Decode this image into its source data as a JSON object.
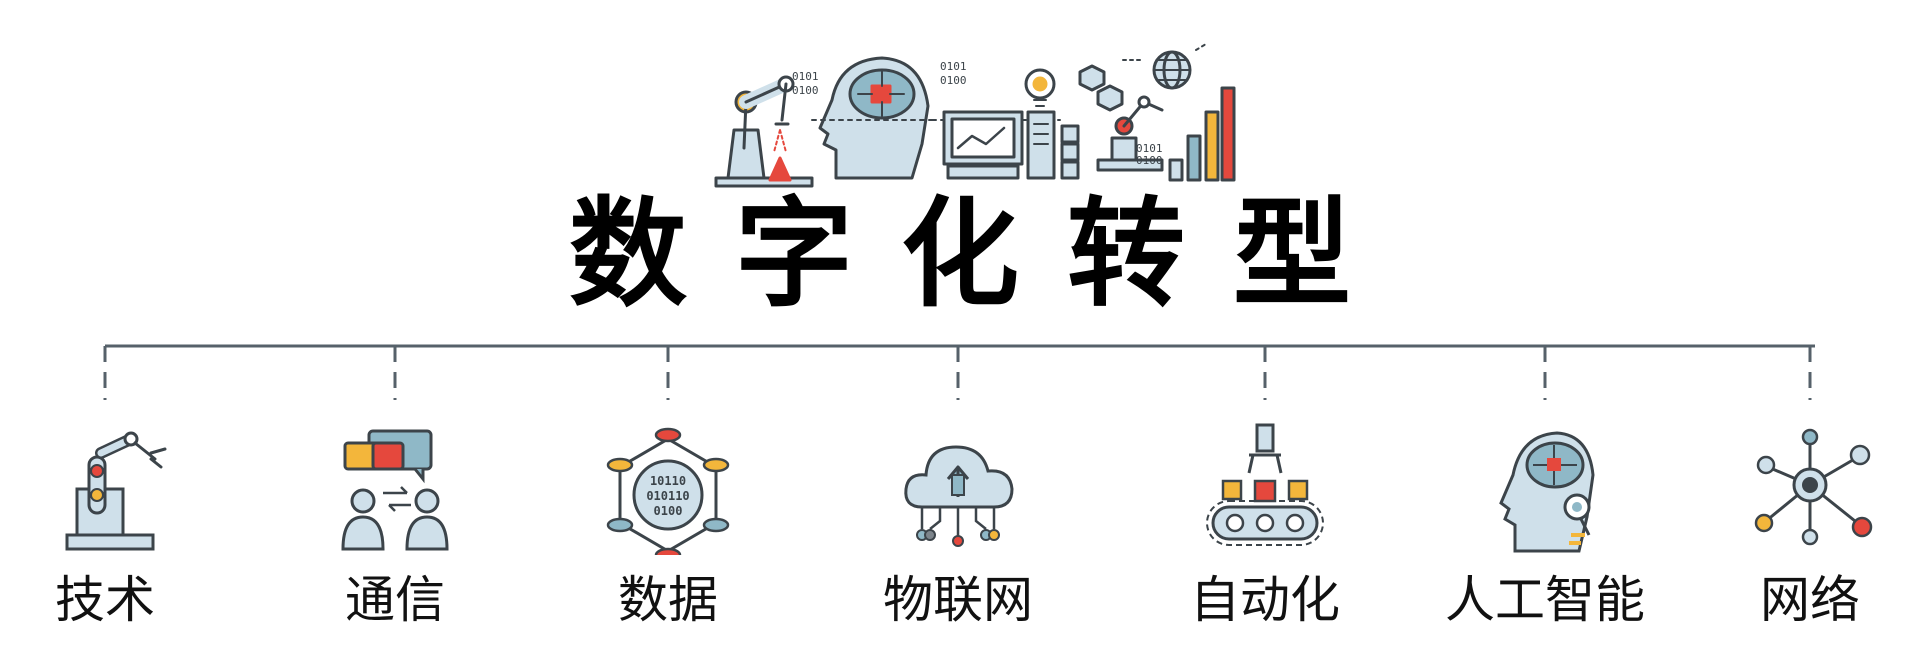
{
  "title": "数字化转型",
  "hero": {
    "binary_a": "0101",
    "binary_b": "0100",
    "binary_c": "0101",
    "binary_d": "0100",
    "binary_e": "0101",
    "binary_f": "0100"
  },
  "categories": [
    {
      "label": "技术",
      "icon": "robot-arm-icon"
    },
    {
      "label": "通信",
      "icon": "communication-icon"
    },
    {
      "label": "数据",
      "icon": "data-icon",
      "binary": [
        "10110",
        "010110",
        "0100"
      ]
    },
    {
      "label": "物联网",
      "icon": "cloud-iot-icon"
    },
    {
      "label": "自动化",
      "icon": "automation-conveyor-icon"
    },
    {
      "label": "人工智能",
      "icon": "ai-head-icon"
    },
    {
      "label": "网络",
      "icon": "network-icon"
    }
  ],
  "colors": {
    "line": "#56616a",
    "stroke": "#3c444a",
    "light_blue": "#cfe0ea",
    "mid_blue": "#8fb8c7",
    "red": "#e5483d",
    "yellow": "#f3b63b",
    "gray": "#7d858c"
  }
}
